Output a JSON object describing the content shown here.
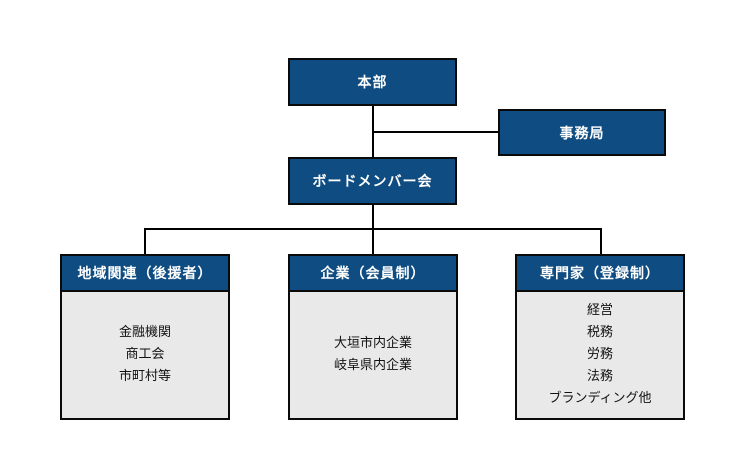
{
  "headquarters": {
    "label": "本部"
  },
  "secretariat": {
    "label": "事務局"
  },
  "board": {
    "label": "ボードメンバー会"
  },
  "groups": [
    {
      "title": "地域関連（後援者）",
      "items": [
        "金融機関",
        "商工会",
        "市町村等"
      ]
    },
    {
      "title": "企業（会員制）",
      "items": [
        "大垣市内企業",
        "岐阜県内企業"
      ]
    },
    {
      "title": "専門家（登録制）",
      "items": [
        "経営",
        "税務",
        "労務",
        "法務",
        "ブランディング他"
      ]
    }
  ],
  "colors": {
    "box_fill": "#0f4c81",
    "card_fill": "#e9e9e9",
    "line": "#000000"
  }
}
